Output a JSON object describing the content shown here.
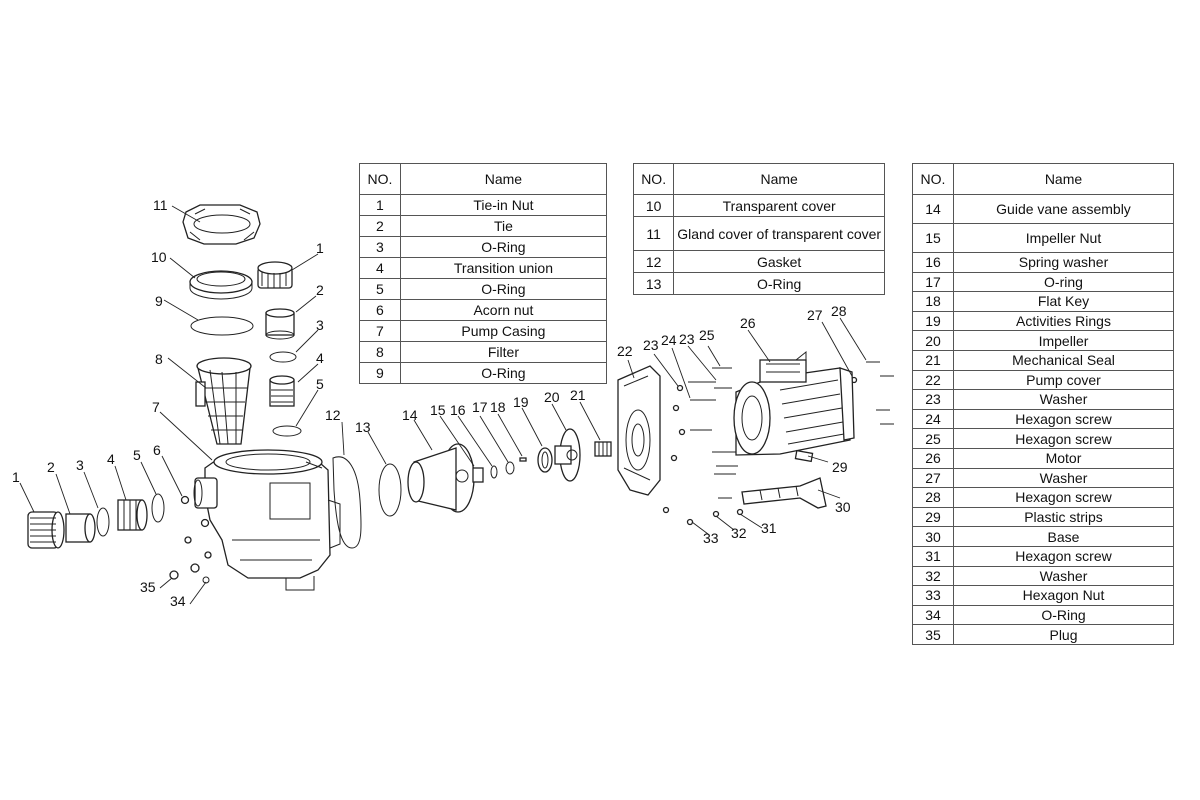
{
  "header_no": "NO.",
  "header_name": "Name",
  "parts": [
    {
      "no": "1",
      "name": "Tie-in Nut"
    },
    {
      "no": "2",
      "name": "Tie"
    },
    {
      "no": "3",
      "name": "O-Ring"
    },
    {
      "no": "4",
      "name": "Transition union"
    },
    {
      "no": "5",
      "name": "O-Ring"
    },
    {
      "no": "6",
      "name": "Acorn nut"
    },
    {
      "no": "7",
      "name": "Pump Casing"
    },
    {
      "no": "8",
      "name": "Filter"
    },
    {
      "no": "9",
      "name": "O-Ring"
    },
    {
      "no": "10",
      "name": "Transparent cover"
    },
    {
      "no": "11",
      "name": "Gland cover of transparent cover"
    },
    {
      "no": "12",
      "name": "Gasket"
    },
    {
      "no": "13",
      "name": "O-Ring"
    },
    {
      "no": "14",
      "name": "Guide vane assembly"
    },
    {
      "no": "15",
      "name": "Impeller Nut"
    },
    {
      "no": "16",
      "name": "Spring washer"
    },
    {
      "no": "17",
      "name": "O-ring"
    },
    {
      "no": "18",
      "name": "Flat Key"
    },
    {
      "no": "19",
      "name": "Activities Rings"
    },
    {
      "no": "20",
      "name": "Impeller"
    },
    {
      "no": "21",
      "name": "Mechanical Seal"
    },
    {
      "no": "22",
      "name": "Pump cover"
    },
    {
      "no": "23",
      "name": "Washer"
    },
    {
      "no": "24",
      "name": "Hexagon screw"
    },
    {
      "no": "25",
      "name": "Hexagon screw"
    },
    {
      "no": "26",
      "name": "Motor"
    },
    {
      "no": "27",
      "name": "Washer"
    },
    {
      "no": "28",
      "name": "Hexagon screw"
    },
    {
      "no": "29",
      "name": "Plastic strips"
    },
    {
      "no": "30",
      "name": "Base"
    },
    {
      "no": "31",
      "name": "Hexagon screw"
    },
    {
      "no": "32",
      "name": "Washer"
    },
    {
      "no": "33",
      "name": "Hexagon Nut"
    },
    {
      "no": "34",
      "name": "O-Ring"
    },
    {
      "no": "35",
      "name": "Plug"
    }
  ],
  "callouts": [
    "1",
    "2",
    "3",
    "4",
    "5",
    "6",
    "7",
    "8",
    "9",
    "10",
    "11",
    "12",
    "13",
    "14",
    "15",
    "16",
    "17",
    "18",
    "19",
    "20",
    "21",
    "22",
    "23",
    "24",
    "23",
    "25",
    "26",
    "27",
    "28",
    "29",
    "30",
    "31",
    "32",
    "33",
    "34",
    "35",
    "1",
    "2",
    "3",
    "4",
    "5"
  ]
}
